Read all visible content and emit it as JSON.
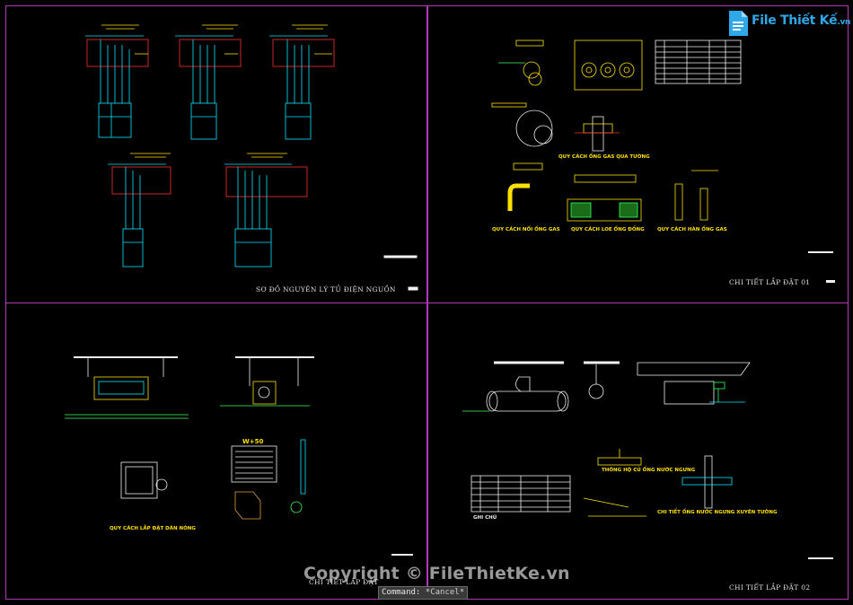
{
  "layout_titles": {
    "sheet1": "SƠ ĐỒ NGUYÊN LÝ TỦ ĐIỆN NGUỒN",
    "sheet2": "CHI TIẾT LẮP ĐẶT 01",
    "sheet3": "CHI TIẾT LẮP ĐẶT",
    "sheet4": "CHI TIẾT LẮP ĐẶT 02"
  },
  "sheet2_labels": {
    "gas_wall": "QUY CÁCH ỐNG GAS QUA TƯỜNG",
    "gas_joint": "QUY CÁCH NỐI ỐNG GAS",
    "gas_flare": "QUY CÁCH LOE ỐNG ĐỒNG",
    "gas_weld": "QUY CÁCH HÀN ỐNG GAS"
  },
  "sheet3_labels": {
    "indoor_unit": "QUY CÁCH LẮP ĐẶT DÀN NÓNG",
    "dimension": "W+50"
  },
  "sheet4_labels": {
    "drain_pipe": "THÔNG HỘ CỦ ỐNG NƯỚC NGƯNG",
    "drain_wall": "CHI TIẾT ỐNG NƯỚC NGƯNG XUYÊN TƯỜNG",
    "note": "GHI CHÚ"
  },
  "brand": {
    "name": "File Thiết Kế",
    "suffix": ".vn"
  },
  "watermark": "Copyright © FileThietKe.vn",
  "command_line": {
    "label": "Command:",
    "value": "*Cancel*"
  },
  "colors": {
    "frame": "#b238b8",
    "cad_cyan": "#00e5ff",
    "cad_yellow": "#ffe000",
    "cad_green": "#34ff5c",
    "cad_red": "#ff3030",
    "background": "#000000"
  }
}
